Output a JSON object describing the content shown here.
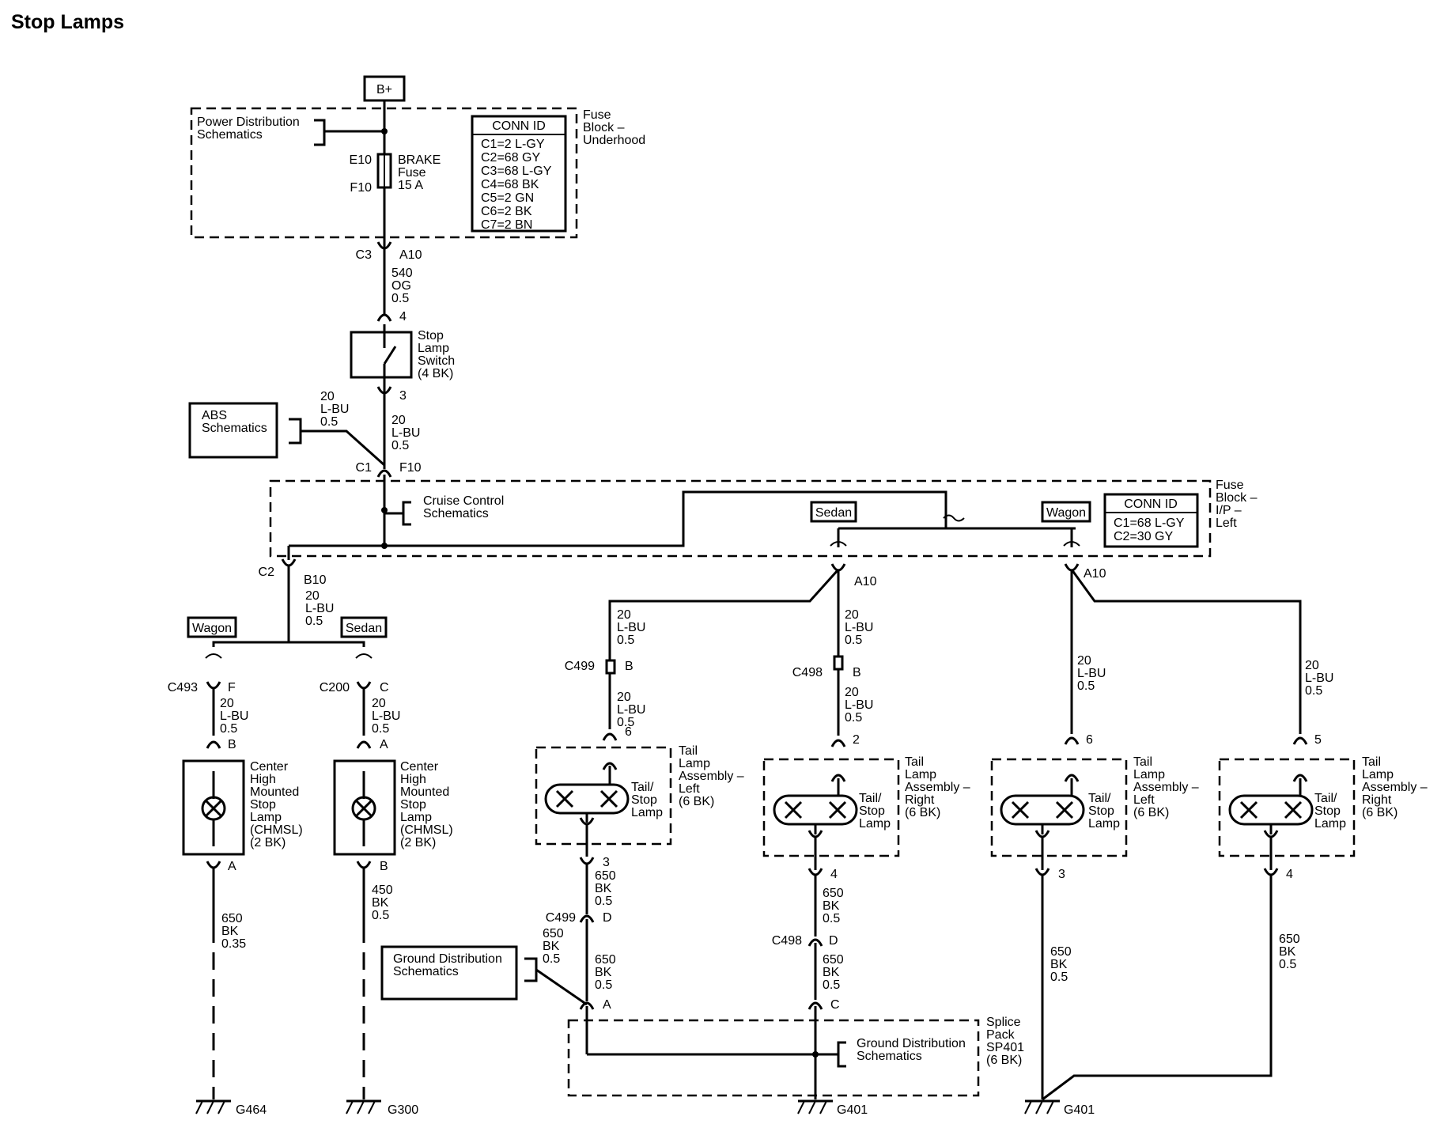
{
  "title": "Stop Lamps",
  "text": {
    "bplus": "B+",
    "pwr1": "Power Distribution",
    "pwr2": "Schematics",
    "e10": "E10",
    "f10": "F10",
    "brake1": "BRAKE",
    "brake2": "Fuse",
    "brake3": "15 A",
    "conn1_h": "CONN ID",
    "conn1": [
      "C1=2 L-GY",
      "C2=68 GY",
      "C3=68 L-GY",
      "C4=68 BK",
      "C5=2 GN",
      "C6=2 BK",
      "C7=2 BN"
    ],
    "fb_u1": "Fuse",
    "fb_u2": "Block –",
    "fb_u3": "Underhood",
    "c3": "C3",
    "a10_top": "A10",
    "w540_1": "540",
    "w540_2": "OG",
    "w540_3": "0.5",
    "pin4_sw": "4",
    "sw1": "Stop",
    "sw2": "Lamp",
    "sw3": "Switch",
    "sw4": "(4 BK)",
    "pin3_sw": "3",
    "abs1": "ABS",
    "abs2": "Schematics",
    "wabs1": "20",
    "wabs2": "L-BU",
    "wabs3": "0.5",
    "wsw1": "20",
    "wsw2": "L-BU",
    "wsw3": "0.5",
    "c1": "C1",
    "f10_c1": "F10",
    "cc1": "Cruise Control",
    "cc2": "Schematics",
    "sedan_ip": "Sedan",
    "wagon_ip": "Wagon",
    "conn2_h": "CONN ID",
    "conn2": [
      "C1=68 L-GY",
      "C2=30 GY"
    ],
    "fb_ip1": "Fuse",
    "fb_ip2": "Block –",
    "fb_ip3": "I/P –",
    "fb_ip4": "Left",
    "c2": "C2",
    "b10": "B10",
    "wb10_1": "20",
    "wb10_2": "L-BU",
    "wb10_3": "0.5",
    "wagon_l": "Wagon",
    "sedan_l": "Sedan",
    "a10_sedan": "A10",
    "a10_wagon": "A10",
    "c493": "C493",
    "pin_f": "F",
    "w493_1": "20",
    "w493_2": "L-BU",
    "w493_3": "0.5",
    "pin_b1": "B",
    "ch1": [
      "Center",
      "High",
      "Mounted",
      "Stop",
      "Lamp",
      "(CHMSL)",
      "(2 BK)"
    ],
    "pin_a1": "A",
    "g1_1": "650",
    "g1_2": "BK",
    "g1_3": "0.35",
    "g464": "G464",
    "c200": "C200",
    "pin_c200": "C",
    "w200_1": "20",
    "w200_2": "L-BU",
    "w200_3": "0.5",
    "pin_a2": "A",
    "ch2": [
      "Center",
      "High",
      "Mounted",
      "Stop",
      "Lamp",
      "(CHMSL)",
      "(2 BK)"
    ],
    "pin_b2": "B",
    "g2_1": "450",
    "g2_2": "BK",
    "g2_3": "0.5",
    "g300": "G300",
    "wsl_1": "20",
    "wsl_2": "L-BU",
    "wsl_3": "0.5",
    "c499": "C499",
    "pin_c499b": "B",
    "wsl2_1": "20",
    "wsl2_2": "L-BU",
    "wsl2_3": "0.5",
    "pin6_sl": "6",
    "ts": [
      "Tail/",
      "Stop",
      "Lamp"
    ],
    "tl_left": [
      "Tail",
      "Lamp",
      "Assembly –",
      "Left",
      "(6 BK)"
    ],
    "tl_right": [
      "Tail",
      "Lamp",
      "Assembly –",
      "Right",
      "(6 BK)"
    ],
    "pin3_sl": "3",
    "gsl_1": "650",
    "gsl_2": "BK",
    "gsl_3": "0.5",
    "c499d": "C499",
    "pin_d1": "D",
    "gsl2_1": "650",
    "gsl2_2": "BK",
    "gsl2_3": "0.5",
    "gsl3_1": "650",
    "gsl3_2": "BK",
    "gsl3_3": "0.5",
    "gd1": "Ground Distribution",
    "gd2": "Schematics",
    "pin_a_sp": "A",
    "wsr_1": "20",
    "wsr_2": "L-BU",
    "wsr_3": "0.5",
    "c498": "C498",
    "pin_c498b": "B",
    "wsr2_1": "20",
    "wsr2_2": "L-BU",
    "wsr2_3": "0.5",
    "pin2_sr": "2",
    "pin4_sr": "4",
    "gsr_1": "650",
    "gsr_2": "BK",
    "gsr_3": "0.5",
    "c498d": "C498",
    "pin_d2": "D",
    "gsr2_1": "650",
    "gsr2_2": "BK",
    "gsr2_3": "0.5",
    "pin_c_sp": "C",
    "sp1": "Splice",
    "sp2": "Pack",
    "sp3": "SP401",
    "sp4": "(6 BK)",
    "g401a": "G401",
    "wwl_1": "20",
    "wwl_2": "L-BU",
    "wwl_3": "0.5",
    "pin6_wl": "6",
    "pin3_wl": "3",
    "gwl_1": "650",
    "gwl_2": "BK",
    "gwl_3": "0.5",
    "wwr_1": "20",
    "wwr_2": "L-BU",
    "wwr_3": "0.5",
    "pin5_wr": "5",
    "pin4_wr": "4",
    "gwr_1": "650",
    "gwr_2": "BK",
    "gwr_3": "0.5",
    "g401b": "G401"
  }
}
